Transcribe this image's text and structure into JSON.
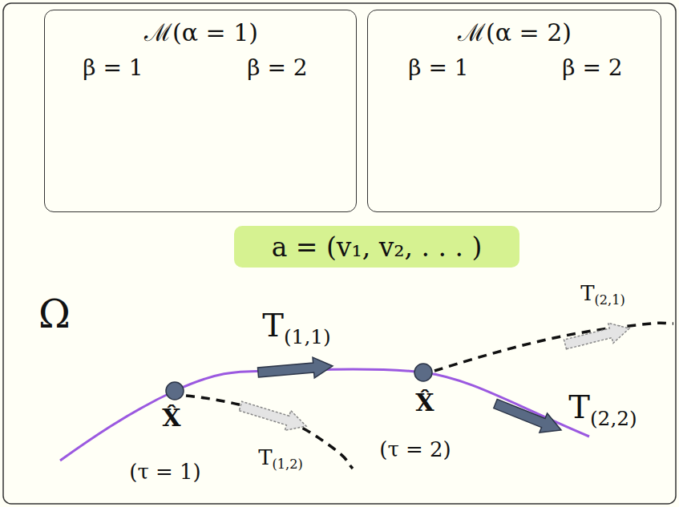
{
  "diagram": {
    "nodes": [
      {
        "text": [
          "ℳ(α = 1)",
          "β = 1",
          "β = 2"
        ]
      },
      {
        "text": [
          "ℳ(α = 2)",
          "β = 1",
          "β = 2"
        ]
      },
      {
        "text": [
          "a = (v₁, v₂, . . . )"
        ]
      }
    ],
    "labels": [
      "Ω",
      "T(1,1)",
      "T(1,2)",
      "T(2,1)",
      "T(2,2)",
      "X̂",
      "(τ = 1)",
      "X̂",
      "(τ = 2)"
    ]
  }
}
